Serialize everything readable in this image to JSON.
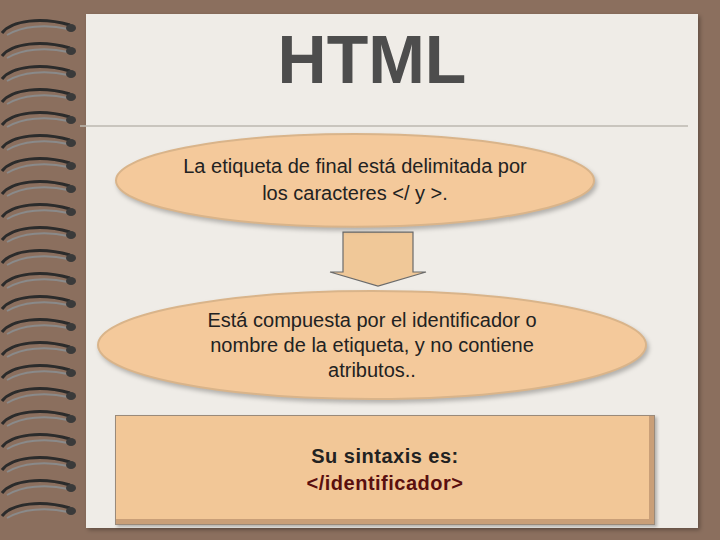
{
  "diagram": {
    "title": "HTML",
    "nodes": [
      {
        "text": [
          "La etiqueta de final está delimitada por los caracteres </ y >."
        ]
      },
      {
        "text": [
          "Está compuesta por el identificador o nombre de la etiqueta, y no contiene atributos.."
        ]
      },
      {
        "text": [
          "Su sintaxis es:",
          "</identificador>"
        ]
      }
    ],
    "edges": [
      {
        "from": 0,
        "to": 1,
        "arrow": "to"
      }
    ]
  }
}
